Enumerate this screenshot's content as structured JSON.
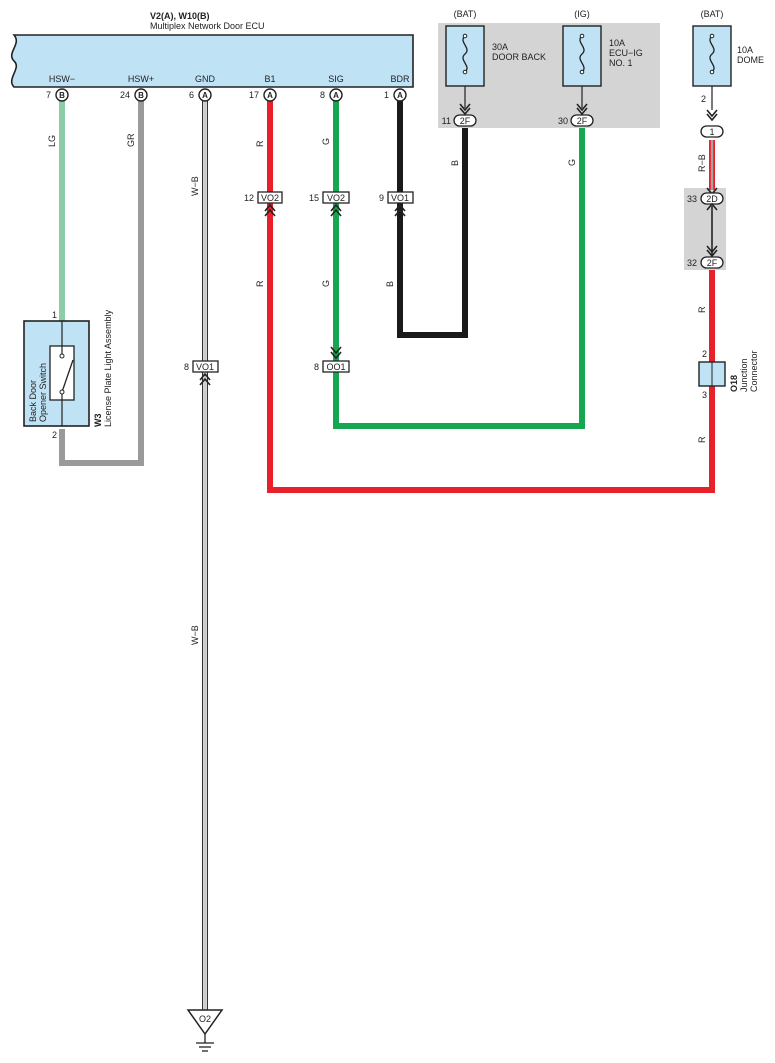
{
  "ecu": {
    "code": "V2(A), W10(B)",
    "name": "Multiplex Network Door ECU",
    "terminals": [
      {
        "label": "HSW−",
        "pin": "7",
        "conn": "B"
      },
      {
        "label": "HSW+",
        "pin": "24",
        "conn": "B"
      },
      {
        "label": "GND",
        "pin": "6",
        "conn": "A"
      },
      {
        "label": "B1",
        "pin": "17",
        "conn": "A"
      },
      {
        "label": "SIG",
        "pin": "8",
        "conn": "A"
      },
      {
        "label": "BDR",
        "pin": "1",
        "conn": "A"
      }
    ]
  },
  "fuses": [
    {
      "source": "(BAT)",
      "rating": "30A",
      "name_line1": "DOOR BACK",
      "name_line2": "",
      "pin": "11",
      "conn": "2F"
    },
    {
      "source": "(IG)",
      "rating": "10A",
      "name_line1": "ECU−IG",
      "name_line2": "NO. 1",
      "pin": "30",
      "conn": "2F"
    },
    {
      "source": "(BAT)",
      "rating": "10A",
      "name_line1": "DOME",
      "name_line2": "",
      "pin": "2",
      "conn": "1"
    }
  ],
  "connectors": [
    {
      "pin": "12",
      "label": "VO2"
    },
    {
      "pin": "15",
      "label": "VO2"
    },
    {
      "pin": "9",
      "label": "VO1"
    },
    {
      "pin": "8",
      "label": "VO1"
    },
    {
      "pin": "8",
      "label": "OO1"
    },
    {
      "pin": "33",
      "label": "2D"
    },
    {
      "pin": "32",
      "label": "2F"
    }
  ],
  "wire_colors": {
    "lg": "LG",
    "gr": "GR",
    "wb": "W−B",
    "r": "R",
    "g": "G",
    "b": "B",
    "rb": "R−B"
  },
  "switch": {
    "name_line1": "Back Door",
    "name_line2": "Opener Switch",
    "code": "W3",
    "assembly": "License Plate Light Assembly",
    "pin_top": "1",
    "pin_bottom": "2"
  },
  "junction": {
    "code": "O18",
    "name_line1": "Junction",
    "name_line2": "Connector",
    "pin_top": "2",
    "pin_bottom": "3"
  },
  "ground": {
    "label": "O2"
  },
  "colors": {
    "ecu_fill": "#bfe3f5",
    "fuse_block": "#d4d4d4",
    "wire_lg": "#8ccca6",
    "wire_gr": "#9a9a9a",
    "wire_r": "#e8202a",
    "wire_g": "#14a650",
    "wire_b": "#1a1a1a"
  }
}
